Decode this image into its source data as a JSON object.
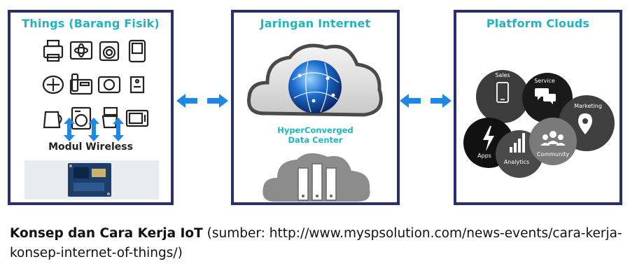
{
  "panels": {
    "things": {
      "title": "Things (Barang Fisik)",
      "module_label": "Modul Wireless",
      "icons": [
        "printer-icon",
        "microwave-atom-icon",
        "washer-icon",
        "fridge-icon",
        "oven-icon",
        "phone-icon",
        "camera-icon",
        "tag-icon",
        "kettle-icon",
        "washing-machine-icon",
        "mixer-icon",
        "tv-icon"
      ]
    },
    "network": {
      "title": "Jaringan Internet",
      "datacenter_line1": "HyperConverged",
      "datacenter_line2": "Data Center"
    },
    "cloud": {
      "title": "Platform Clouds",
      "bubbles": [
        "Sales",
        "Service",
        "Marketing",
        "Apps",
        "Analytics",
        "Community"
      ]
    }
  },
  "caption": {
    "bold": "Konsep dan Cara Kerja IoT",
    "rest": " (sumber: http://www.myspsolution.com/news-events/cara-kerja-konsep-internet-of-things/)"
  },
  "colors": {
    "border": "#2a2d6e",
    "title": "#1fb4bf",
    "arrow": "#1e88e5",
    "cloud_gray": "#8c8c8c"
  }
}
